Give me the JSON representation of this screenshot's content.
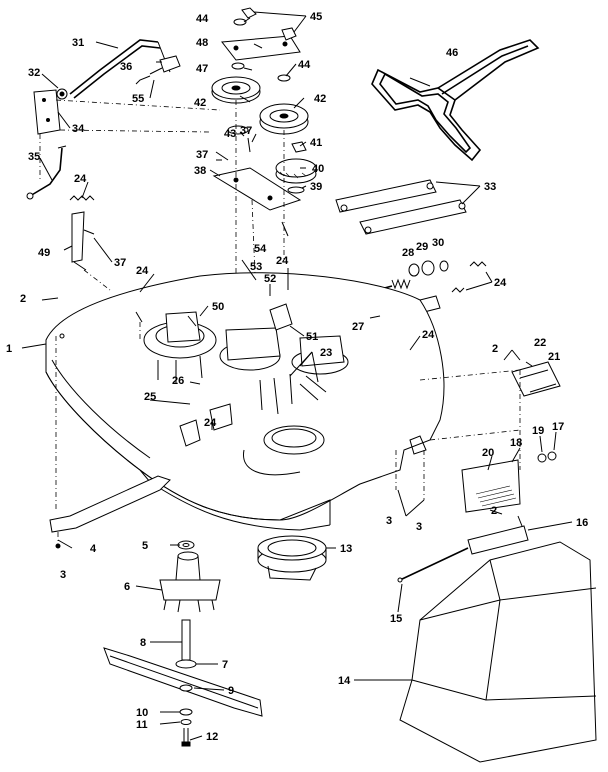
{
  "labels": [
    {
      "key": "l1",
      "text": "1"
    },
    {
      "key": "l2a",
      "text": "2"
    },
    {
      "key": "l2b",
      "text": "2"
    },
    {
      "key": "l2c",
      "text": "2"
    },
    {
      "key": "l3a",
      "text": "3"
    },
    {
      "key": "l3b",
      "text": "3"
    },
    {
      "key": "l3c",
      "text": "3"
    },
    {
      "key": "l4",
      "text": "4"
    },
    {
      "key": "l5",
      "text": "5"
    },
    {
      "key": "l6",
      "text": "6"
    },
    {
      "key": "l7",
      "text": "7"
    },
    {
      "key": "l8",
      "text": "8"
    },
    {
      "key": "l9",
      "text": "9"
    },
    {
      "key": "l10",
      "text": "10"
    },
    {
      "key": "l11",
      "text": "11"
    },
    {
      "key": "l12",
      "text": "12"
    },
    {
      "key": "l13",
      "text": "13"
    },
    {
      "key": "l14",
      "text": "14"
    },
    {
      "key": "l15",
      "text": "15"
    },
    {
      "key": "l16",
      "text": "16"
    },
    {
      "key": "l17",
      "text": "17"
    },
    {
      "key": "l18",
      "text": "18"
    },
    {
      "key": "l19",
      "text": "19"
    },
    {
      "key": "l20",
      "text": "20"
    },
    {
      "key": "l21",
      "text": "21"
    },
    {
      "key": "l22",
      "text": "22"
    },
    {
      "key": "l23",
      "text": "23"
    },
    {
      "key": "l24a",
      "text": "24"
    },
    {
      "key": "l24b",
      "text": "24"
    },
    {
      "key": "l24c",
      "text": "24"
    },
    {
      "key": "l24d",
      "text": "24"
    },
    {
      "key": "l24e",
      "text": "24"
    },
    {
      "key": "l24f",
      "text": "24"
    },
    {
      "key": "l25",
      "text": "25"
    },
    {
      "key": "l26",
      "text": "26"
    },
    {
      "key": "l27",
      "text": "27"
    },
    {
      "key": "l28",
      "text": "28"
    },
    {
      "key": "l29",
      "text": "29"
    },
    {
      "key": "l30",
      "text": "30"
    },
    {
      "key": "l31",
      "text": "31"
    },
    {
      "key": "l32",
      "text": "32"
    },
    {
      "key": "l33",
      "text": "33"
    },
    {
      "key": "l34",
      "text": "34"
    },
    {
      "key": "l35",
      "text": "35"
    },
    {
      "key": "l36",
      "text": "36"
    },
    {
      "key": "l37a",
      "text": "37"
    },
    {
      "key": "l37b",
      "text": "37"
    },
    {
      "key": "l37c",
      "text": "37"
    },
    {
      "key": "l38",
      "text": "38"
    },
    {
      "key": "l39",
      "text": "39"
    },
    {
      "key": "l40",
      "text": "40"
    },
    {
      "key": "l41",
      "text": "41"
    },
    {
      "key": "l42a",
      "text": "42"
    },
    {
      "key": "l42b",
      "text": "42"
    },
    {
      "key": "l43",
      "text": "43"
    },
    {
      "key": "l44a",
      "text": "44"
    },
    {
      "key": "l44b",
      "text": "44"
    },
    {
      "key": "l45",
      "text": "45"
    },
    {
      "key": "l46",
      "text": "46"
    },
    {
      "key": "l47",
      "text": "47"
    },
    {
      "key": "l48",
      "text": "48"
    },
    {
      "key": "l49",
      "text": "49"
    },
    {
      "key": "l50",
      "text": "50"
    },
    {
      "key": "l51",
      "text": "51"
    },
    {
      "key": "l52",
      "text": "52"
    },
    {
      "key": "l53",
      "text": "53"
    },
    {
      "key": "l54",
      "text": "54"
    },
    {
      "key": "l55",
      "text": "55"
    }
  ]
}
